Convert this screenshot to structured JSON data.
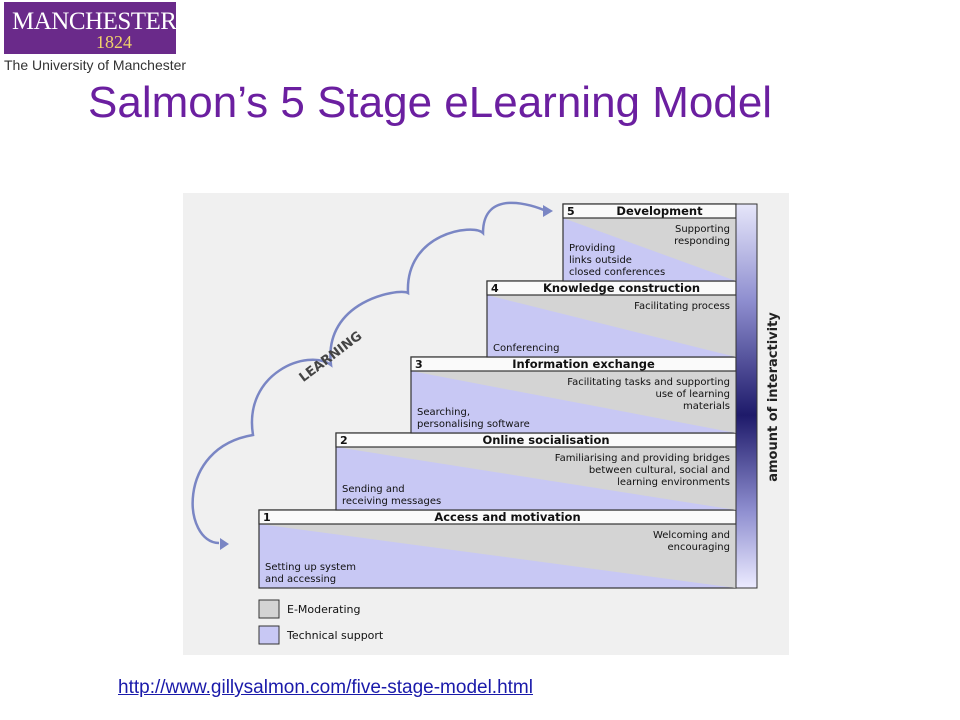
{
  "logo": {
    "wordmark": "MANCHESTER",
    "year": "1824",
    "university": "The University of Manchester"
  },
  "title": "Salmon’s 5 Stage eLearning Model",
  "diagram": {
    "learning_label": "LEARNING",
    "interactivity_label": "amount of interactivity",
    "stages": [
      {
        "number": "1",
        "name": "Access and motivation",
        "moderating": [
          "Welcoming and",
          "encouraging"
        ],
        "technical": [
          "Setting up system",
          "and accessing"
        ]
      },
      {
        "number": "2",
        "name": "Online socialisation",
        "moderating": [
          "Familiarising and providing bridges",
          "between cultural, social and",
          "learning environments"
        ],
        "technical": [
          "Sending and",
          "receiving messages"
        ]
      },
      {
        "number": "3",
        "name": "Information exchange",
        "moderating": [
          "Facilitating tasks and supporting",
          "use of learning",
          "materials"
        ],
        "technical": [
          "Searching,",
          "personalising software"
        ]
      },
      {
        "number": "4",
        "name": "Knowledge construction",
        "moderating": [
          "Facilitating process"
        ],
        "technical": [
          "Conferencing"
        ]
      },
      {
        "number": "5",
        "name": "Development",
        "moderating": [
          "Supporting",
          "responding"
        ],
        "technical": [
          "Providing",
          "links outside",
          "closed conferences"
        ]
      }
    ],
    "legend": [
      {
        "label": "E-Moderating",
        "color": "#d4d4d4"
      },
      {
        "label": "Technical support",
        "color": "#c8c8f4"
      }
    ]
  },
  "link": "http://www.gillysalmon.com/five-stage-model.html",
  "colors": {
    "brand_purple": "#6a2a8a",
    "title_purple": "#6b1fa0",
    "moderating_gray": "#d4d4d4",
    "technical_lavender": "#c8c8f4",
    "arrow_blue": "#7a86c4",
    "bar_navy": "#1e1a6a"
  }
}
